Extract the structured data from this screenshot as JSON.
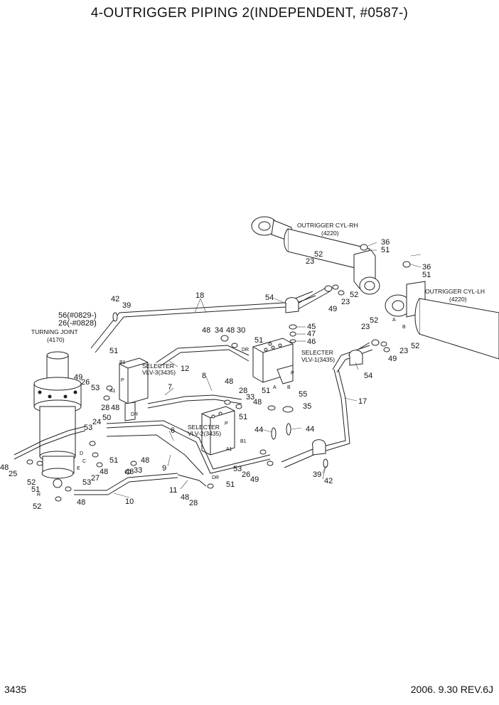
{
  "title": "4-OUTRIGGER PIPING 2(INDEPENDENT, #0587-)",
  "page_number": "3435",
  "revision": "2006. 9.30  REV.6J",
  "components": {
    "cyl_rh_name": "OUTRIGGER CYL-RH",
    "cyl_rh_code": "(4220)",
    "cyl_lh_name": "OUTRIGGER CYL-LH",
    "cyl_lh_code": "(4220)",
    "turning_joint_name": "TURNING JOINT",
    "turning_joint_code": "(4170)",
    "vlv1_name": "SELECTER",
    "vlv1_code": "VLV-1(3435)",
    "vlv2_name": "SELECTER",
    "vlv2_code": "VLV-2(3435)",
    "vlv3_name": "SELECTER",
    "vlv3_code": "VLV-3(3435)"
  },
  "callouts": {
    "c56": "56(#0829-)",
    "c26note": "26(-#0828)",
    "p36": "36",
    "p51": "51",
    "p52": "52",
    "p23": "23",
    "p49": "49",
    "p54": "54",
    "p18": "18",
    "p42": "42",
    "p39": "39",
    "p45": "45",
    "p47": "47",
    "p46": "46",
    "p48": "48",
    "p34": "34",
    "p30": "30",
    "p12": "12",
    "p8": "8",
    "p7": "7",
    "p28": "28",
    "p33": "33",
    "p55": "55",
    "p35": "35",
    "p44": "44",
    "p17": "17",
    "p6": "6",
    "p9": "9",
    "p24": "24",
    "p50": "50",
    "p53": "53",
    "p27": "27",
    "p25": "25",
    "p10": "10",
    "p11": "11",
    "p26": "26",
    "port_a": "A",
    "port_b": "B",
    "port_a1": "A1",
    "port_b1": "B1",
    "port_p": "P",
    "port_dr": "DR",
    "port_c": "C",
    "port_d": "D",
    "port_e": "E",
    "port_r": "R"
  }
}
